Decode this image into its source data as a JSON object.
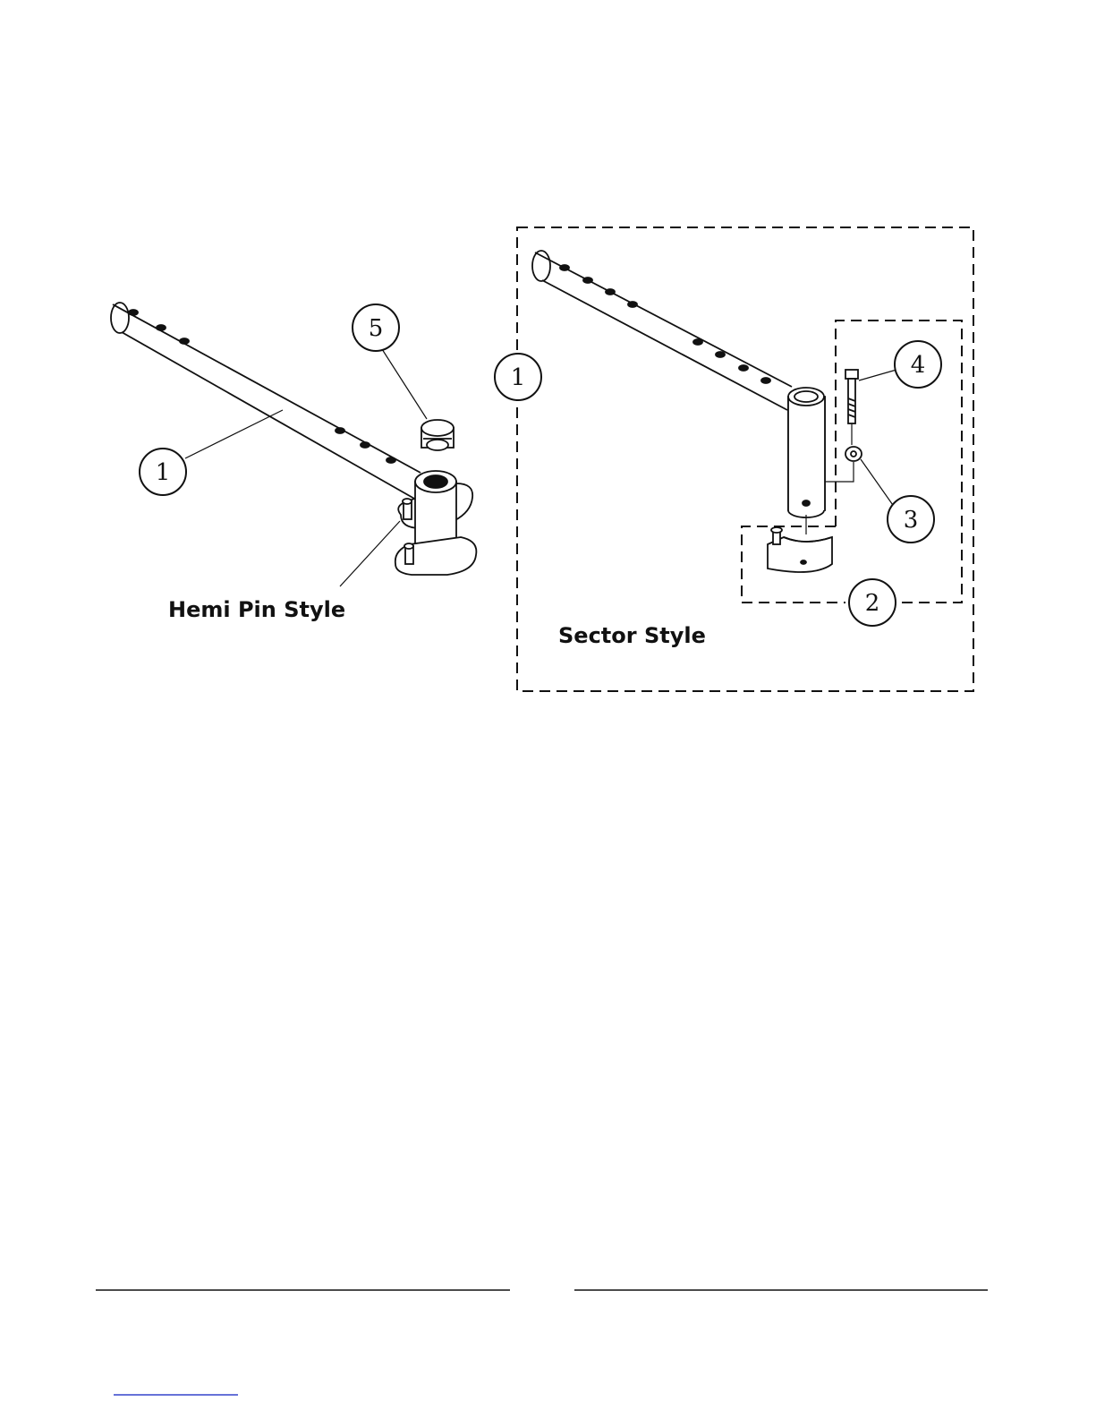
{
  "captions": {
    "hemi": "Hemi Pin Style",
    "sector": "Sector Style"
  },
  "callouts": {
    "hemi_tube": "1",
    "hemi_cap": "5",
    "sector_tube": "1",
    "sector_block": "2",
    "sector_washer": "3",
    "sector_bolt": "4"
  }
}
